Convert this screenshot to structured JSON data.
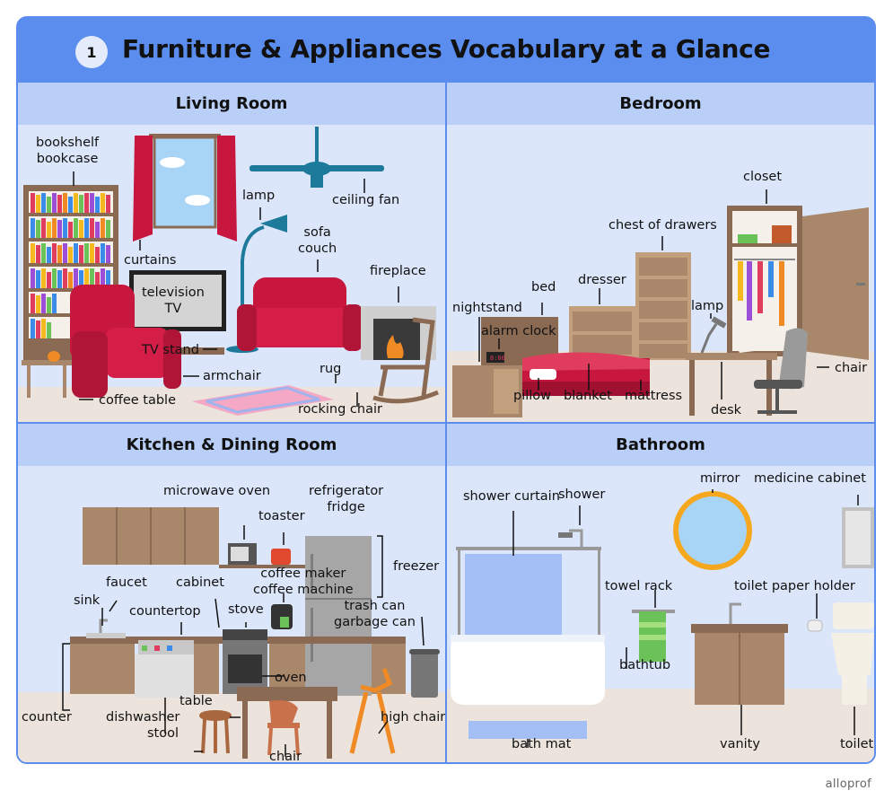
{
  "header": {
    "number": "1",
    "title": "Furniture & Appliances Vocabulary at a Glance"
  },
  "panels": {
    "living": {
      "title": "Living Room",
      "labels": {
        "bookshelf": "bookshelf",
        "bookcase": "bookcase",
        "curtains": "curtains",
        "lamp": "lamp",
        "ceiling_fan": "ceiling fan",
        "sofa": "sofa",
        "couch": "couch",
        "fireplace": "fireplace",
        "television": "television",
        "tv": "TV",
        "tv_stand": "TV stand",
        "armchair": "armchair",
        "rug": "rug",
        "coffee_table": "coffee table",
        "rocking_chair": "rocking chair"
      }
    },
    "bedroom": {
      "title": "Bedroom",
      "labels": {
        "closet": "closet",
        "chest_of_drawers": "chest of drawers",
        "dresser": "dresser",
        "bed": "bed",
        "nightstand": "nightstand",
        "lamp": "lamp",
        "alarm_clock": "alarm clock",
        "chair": "chair",
        "pillow": "pillow",
        "blanket": "blanket",
        "mattress": "mattress",
        "desk": "desk"
      }
    },
    "kitchen": {
      "title": "Kitchen & Dining Room",
      "labels": {
        "microwave_oven": "microwave oven",
        "refrigerator": "refrigerator",
        "fridge": "fridge",
        "toaster": "toaster",
        "freezer": "freezer",
        "faucet": "faucet",
        "cabinet": "cabinet",
        "coffee_maker": "coffee maker",
        "coffee_machine": "coffee machine",
        "sink": "sink",
        "countertop": "countertop",
        "stove": "stove",
        "trash_can": "trash can",
        "garbage_can": "garbage can",
        "oven": "oven",
        "counter": "counter",
        "table": "table",
        "dishwasher": "dishwasher",
        "high_chair": "high chair",
        "stool": "stool",
        "chair": "chair"
      }
    },
    "bathroom": {
      "title": "Bathroom",
      "labels": {
        "shower_curtain": "shower curtain",
        "shower": "shower",
        "mirror": "mirror",
        "medicine_cabinet": "medicine cabinet",
        "towel_rack": "towel rack",
        "toilet_paper_holder": "toilet paper holder",
        "bathtub": "bathtub",
        "bath_mat": "bath mat",
        "vanity": "vanity",
        "toilet": "toilet"
      }
    }
  },
  "brand": "alloprof",
  "colors": {
    "frame": "#5b8dee",
    "panel_title": "#b9cff7",
    "panel_bg": "#dbe6fb",
    "floor": "#ece4dc",
    "furniture_red": "#c8173e",
    "wood": "#a8876a"
  }
}
